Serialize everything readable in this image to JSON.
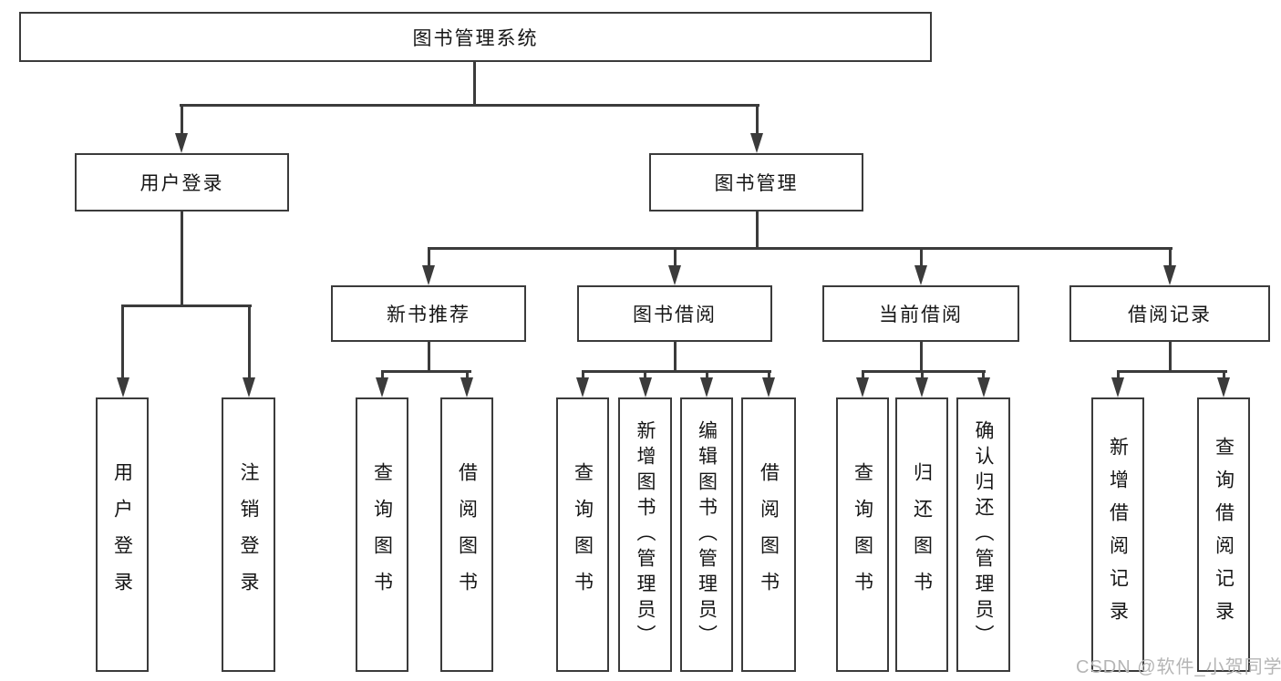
{
  "diagram": {
    "root": {
      "label": "图书管理系统"
    },
    "level2": [
      {
        "label": "用户登录"
      },
      {
        "label": "图书管理"
      }
    ],
    "level3": [
      {
        "label": "新书推荐"
      },
      {
        "label": "图书借阅"
      },
      {
        "label": "当前借阅"
      },
      {
        "label": "借阅记录"
      }
    ],
    "leaves": [
      {
        "label": "用户登录"
      },
      {
        "label": "注销登录"
      },
      {
        "label": "查询图书"
      },
      {
        "label": "借阅图书"
      },
      {
        "label": "查询图书"
      },
      {
        "label": "新增图书（管理员）"
      },
      {
        "label": "编辑图书（管理员）"
      },
      {
        "label": "借阅图书"
      },
      {
        "label": "查询图书"
      },
      {
        "label": "归还图书"
      },
      {
        "label": "确认归还（管理员）"
      },
      {
        "label": "新增借阅记录"
      },
      {
        "label": "查询借阅记录"
      }
    ]
  },
  "watermark": {
    "text": "CSDN @软件_小贺同学"
  },
  "colors": {
    "line": "#3b3b3b",
    "text": "#161616",
    "watermark": "#b5b5b5",
    "background": "#ffffff"
  }
}
